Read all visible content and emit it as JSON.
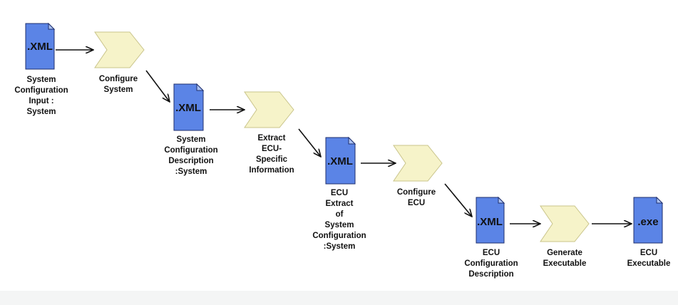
{
  "diagram": {
    "documents": [
      {
        "id": "d1",
        "icon_text": ".XML",
        "label": "System\nConfiguration\nInput :\nSystem"
      },
      {
        "id": "d2",
        "icon_text": ".XML",
        "label": "System\nConfiguration\nDescription\n:System"
      },
      {
        "id": "d3",
        "icon_text": ".XML",
        "label": "ECU\nExtract\nof\nSystem\nConfiguration\n:System"
      },
      {
        "id": "d4",
        "icon_text": ".XML",
        "label": "ECU\nConfiguration\nDescription"
      },
      {
        "id": "d5",
        "icon_text": ".exe",
        "label": "ECU\nExecutable"
      }
    ],
    "activities": [
      {
        "id": "a1",
        "label": "Configure\nSystem"
      },
      {
        "id": "a2",
        "label": "Extract\nECU-\nSpecific\nInformation"
      },
      {
        "id": "a3",
        "label": "Configure\nECU"
      },
      {
        "id": "a4",
        "label": "Generate\nExecutable"
      }
    ]
  },
  "colors": {
    "document_fill": "#5b84e6",
    "activity_fill": "#f6f3c9",
    "connector": "#111111"
  }
}
